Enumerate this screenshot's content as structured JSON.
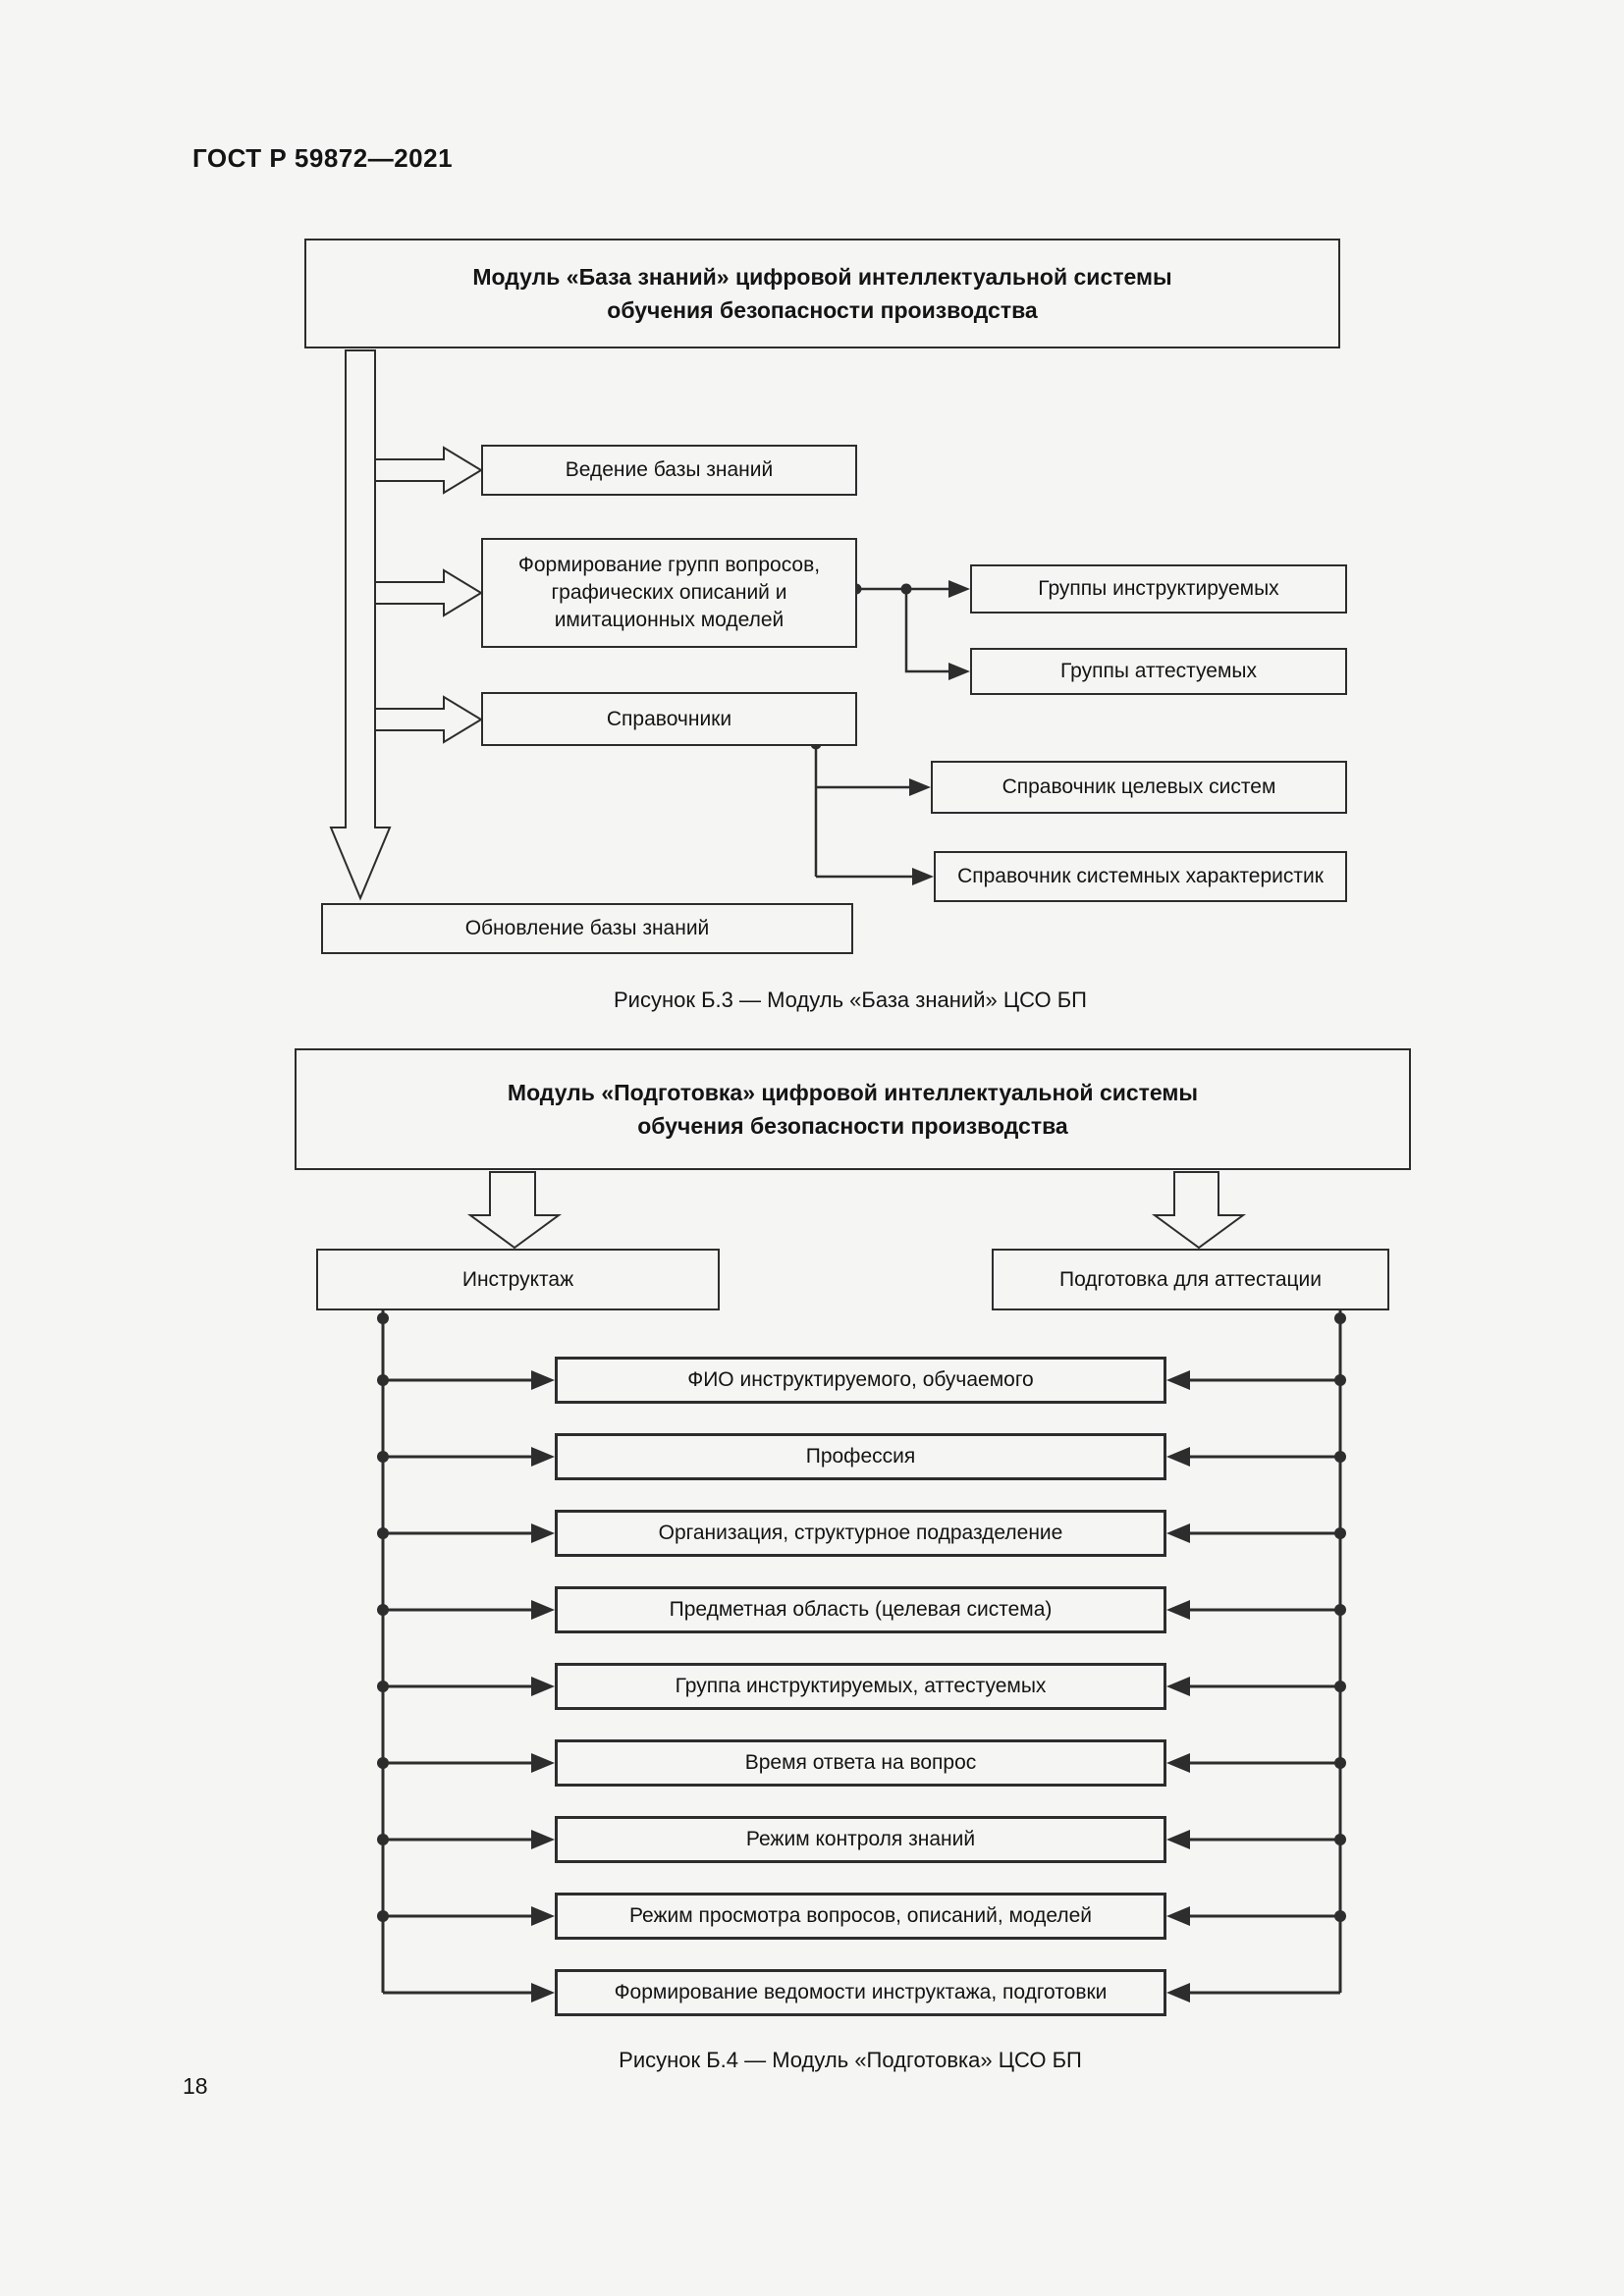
{
  "page": {
    "header": "ГОСТ Р 59872—2021",
    "page_number": "18"
  },
  "figure_b3": {
    "title": "Модуль «База знаний» цифровой интеллектуальной системы\nобучения безопасности производства",
    "caption": "Рисунок Б.3 — Модуль «База знаний» ЦСО БП",
    "nodes": {
      "vedenie": "Ведение базы знаний",
      "formirovanie": "Формирование групп вопросов,\nграфических описаний и\nимитационных моделей",
      "spravochniki": "Справочники",
      "gruppy_instruktiruemyh": "Группы инструктируемых",
      "gruppy_attestuemyh": "Группы аттестуемых",
      "spravochnik_celevyh": "Справочник целевых систем",
      "spravochnik_sistemnyh": "Справочник системных характеристик",
      "obnovlenie": "Обновление базы знаний"
    }
  },
  "figure_b4": {
    "title": "Модуль «Подготовка»  цифровой интеллектуальной системы\nобучения безопасности производства",
    "caption": "Рисунок Б.4 — Модуль «Подготовка» ЦСО БП",
    "left_branch": "Инструктаж",
    "right_branch": "Подготовка для аттестации",
    "items": [
      "ФИО инструктируемого, обучаемого",
      "Профессия",
      "Организация, структурное подразделение",
      "Предметная область (целевая система)",
      "Группа инструктируемых, аттестуемых",
      "Время ответа на вопрос",
      "Режим контроля знаний",
      "Режим просмотра вопросов, описаний, моделей",
      "Формирование ведомости инструктажа, подготовки"
    ]
  }
}
